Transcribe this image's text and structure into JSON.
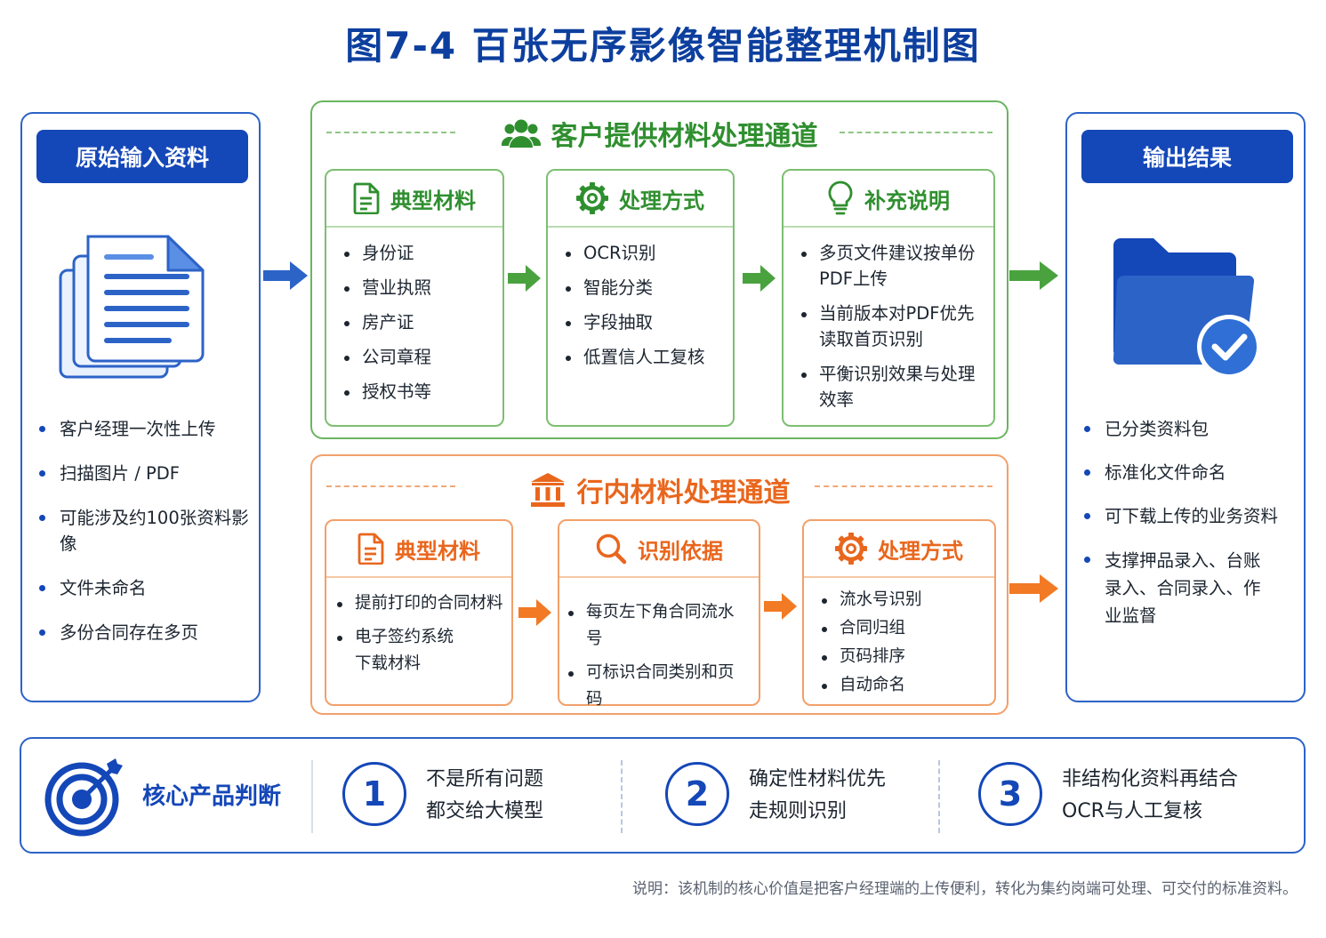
{
  "title": "图7-4   百张无序影像智能整理机制图",
  "input_panel": {
    "header": "原始输入资料",
    "icon": "document-stack-icon",
    "items": [
      "客户经理一次性上传",
      "扫描图片 / PDF",
      "可能涉及约100张资料影像",
      "文件未命名",
      "多份合同存在多页"
    ]
  },
  "customer_channel": {
    "title": "客户提供材料处理通道",
    "icon": "users-icon",
    "color": "#2f8f2f",
    "cards": [
      {
        "title": "典型材料",
        "icon": "document-icon",
        "items": [
          "身份证",
          "营业执照",
          "房产证",
          "公司章程",
          "授权书等"
        ]
      },
      {
        "title": "处理方式",
        "icon": "gear-icon",
        "items": [
          "OCR识别",
          "智能分类",
          "字段抽取",
          "低置信人工复核"
        ]
      },
      {
        "title": "补充说明",
        "icon": "lightbulb-icon",
        "items": [
          "多页文件建议按单份PDF上传",
          "当前版本对PDF优先读取首页识别",
          "平衡识别效果与处理效率"
        ]
      }
    ]
  },
  "bank_channel": {
    "title": "行内材料处理通道",
    "icon": "bank-icon",
    "color": "#e9661d",
    "cards": [
      {
        "title": "典型材料",
        "icon": "document-icon",
        "items": [
          "提前打印的合同材料",
          "电子签约系统下载材料"
        ]
      },
      {
        "title": "识别依据",
        "icon": "search-icon",
        "items": [
          "每页左下角合同流水号",
          "可标识合同类别和页码"
        ]
      },
      {
        "title": "处理方式",
        "icon": "gear-icon",
        "items": [
          "流水号识别",
          "合同归组",
          "页码排序",
          "自动命名"
        ]
      }
    ]
  },
  "output_panel": {
    "header": "输出结果",
    "icon": "folder-check-icon",
    "items": [
      "已分类资料包",
      "标准化文件命名",
      "可下载上传的业务资料",
      "支撑押品录入、台账录入、合同录入、作业监督"
    ]
  },
  "summary": {
    "title": "核心产品判断",
    "icon": "target-icon",
    "points": [
      {
        "number": "1",
        "text": "不是所有问题都交给大模型"
      },
      {
        "number": "2",
        "text": "确定性材料优先走规则识别"
      },
      {
        "number": "3",
        "text": "非结构化资料再结合OCR与人工复核"
      }
    ]
  },
  "note": "说明：该机制的核心价值是把客户经理端的上传便利，转化为集约岗端可处理、可交付的标准资料。"
}
